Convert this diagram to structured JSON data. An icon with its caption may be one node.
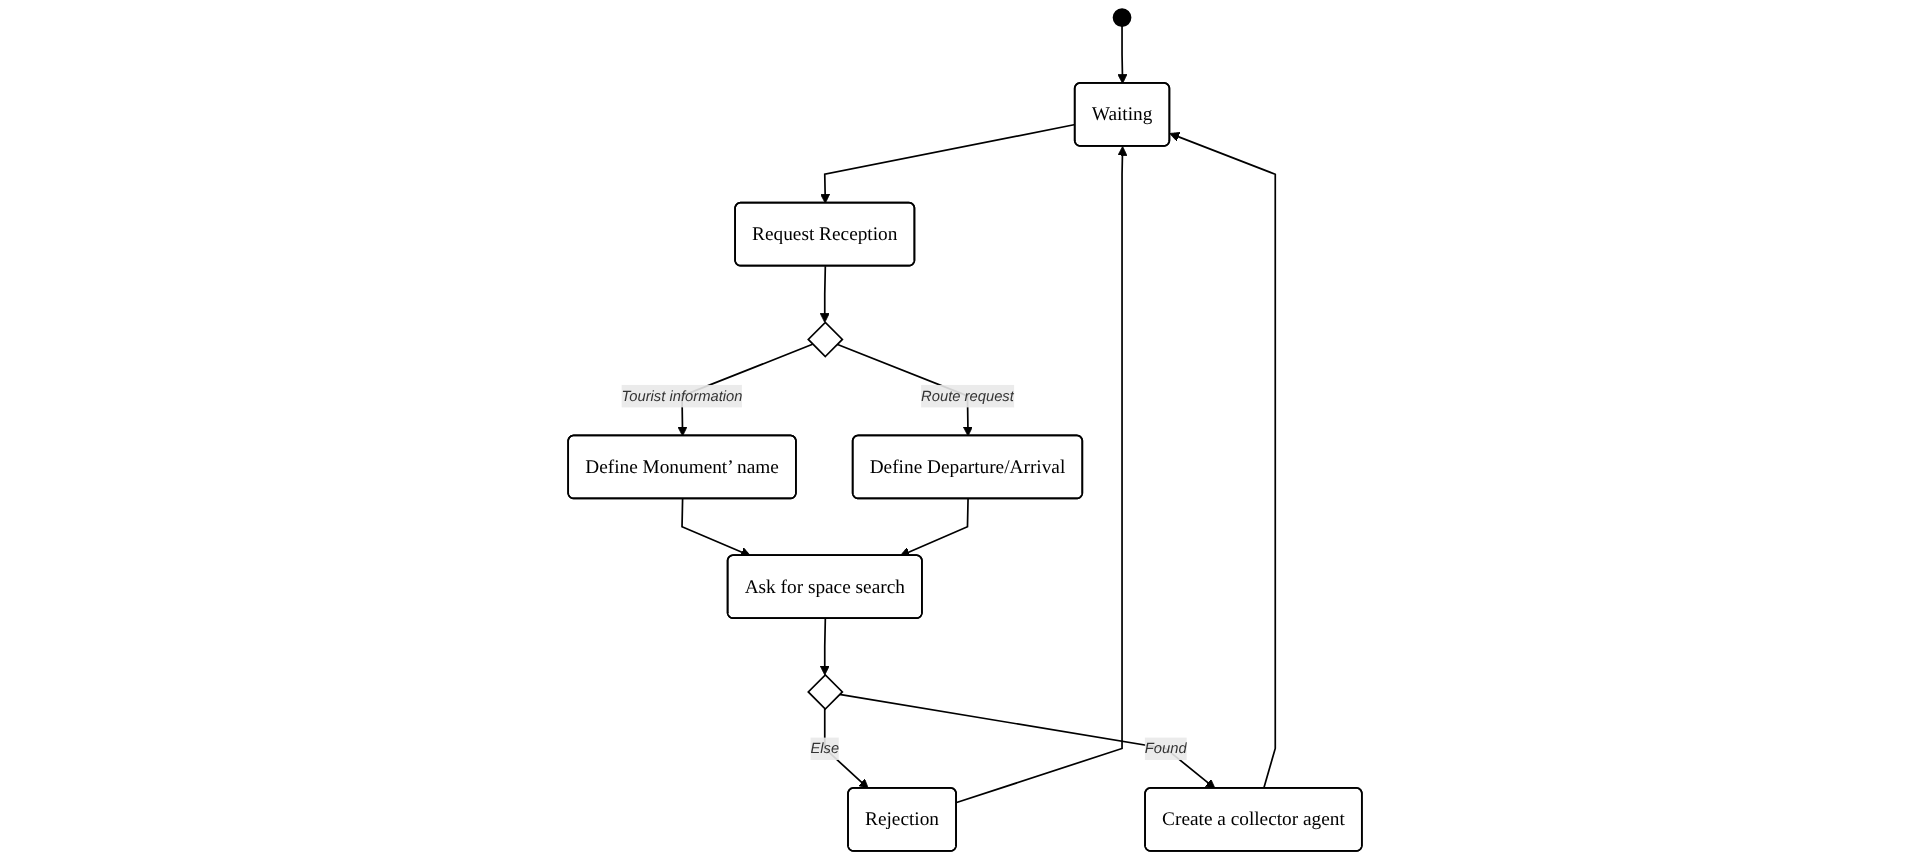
{
  "diagram": {
    "nodes": [
      {
        "text": [],
        "shape": "circle"
      },
      {
        "text": [
          "Waiting"
        ]
      },
      {
        "text": [
          "Request Reception"
        ]
      },
      {
        "text": [],
        "shape": "diamond"
      },
      {
        "text": [
          "Define Monument’ name"
        ]
      },
      {
        "text": [
          "Define Departure/Arrival"
        ]
      },
      {
        "text": [
          "Ask for space search"
        ]
      },
      {
        "text": [],
        "shape": "diamond"
      },
      {
        "text": [
          "Rejection"
        ]
      },
      {
        "text": [
          "Create a collector agent"
        ]
      }
    ],
    "edges": [
      {
        "from": 0,
        "to": 1,
        "arrow": "to"
      },
      {
        "from": 1,
        "to": 2,
        "arrow": "to"
      },
      {
        "from": 2,
        "to": 3,
        "arrow": "to"
      },
      {
        "from": 3,
        "to": 4,
        "label": "Tourist information",
        "arrow": "to"
      },
      {
        "from": 3,
        "to": 5,
        "label": "Route request",
        "arrow": "to"
      },
      {
        "from": 4,
        "to": 6,
        "arrow": "to"
      },
      {
        "from": 5,
        "to": 6,
        "arrow": "to"
      },
      {
        "from": 6,
        "to": 7,
        "arrow": "to"
      },
      {
        "from": 7,
        "to": 8,
        "label": "Else",
        "arrow": "to"
      },
      {
        "from": 7,
        "to": 9,
        "label": "Found",
        "arrow": "to"
      },
      {
        "from": 9,
        "to": 1,
        "arrow": "to"
      },
      {
        "from": 8,
        "to": 1,
        "arrow": "to"
      }
    ]
  }
}
